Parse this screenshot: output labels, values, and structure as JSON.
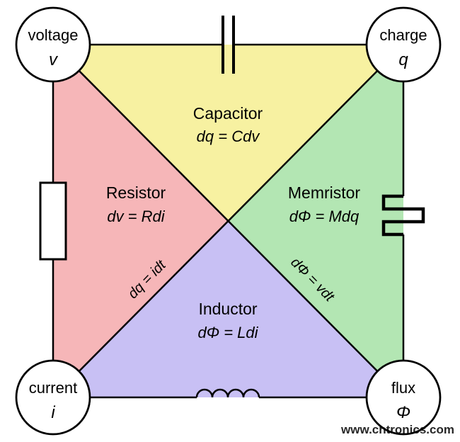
{
  "nodes": {
    "voltage": {
      "label": "voltage",
      "symbol": "v"
    },
    "charge": {
      "label": "charge",
      "symbol": "q"
    },
    "current": {
      "label": "current",
      "symbol": "i"
    },
    "flux": {
      "label": "flux",
      "symbol": "Φ"
    }
  },
  "regions": {
    "capacitor": {
      "label": "Capacitor",
      "equation": "dq = Cdv",
      "color": "#f7f1a1"
    },
    "resistor": {
      "label": "Resistor",
      "equation": "dv = Rdi",
      "color": "#f6b6b8"
    },
    "memristor": {
      "label": "Memristor",
      "equation": "dΦ = Mdq",
      "color": "#b3e6b3"
    },
    "inductor": {
      "label": "Inductor",
      "equation": "dΦ = Ldi",
      "color": "#c8c0f4"
    }
  },
  "diagonals": {
    "charge_current": "dq = idt",
    "flux_voltage": "dΦ = vdt"
  },
  "watermark": {
    "text": "www.cntronics.com",
    "color": "#4bb54b"
  }
}
